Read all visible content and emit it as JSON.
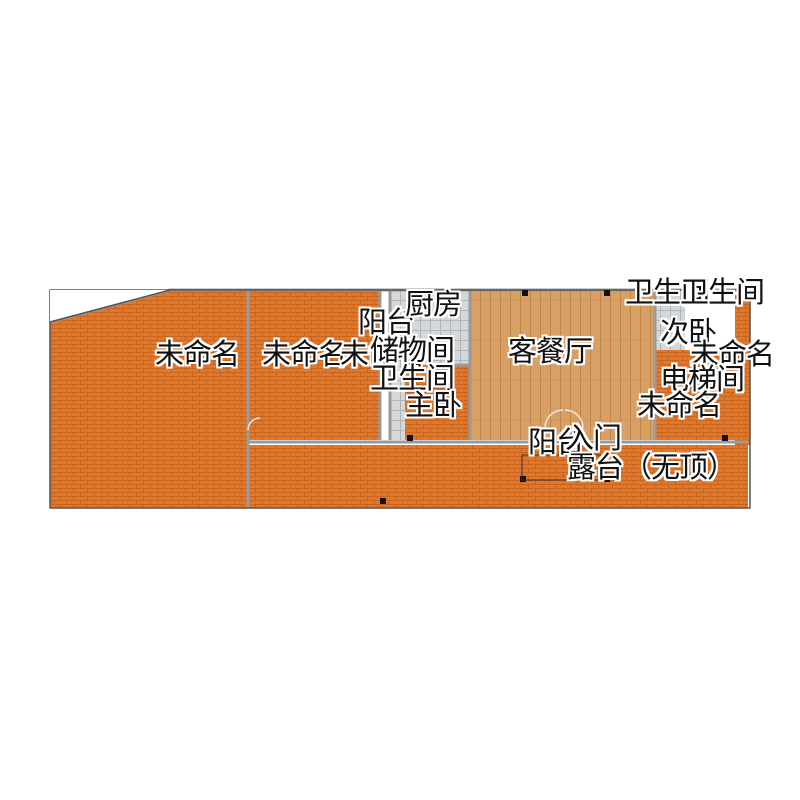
{
  "floor_plan": {
    "colors": {
      "floor": "#e0782a",
      "wood": "#d9a066",
      "tile": "#cfd3d6",
      "wall": "#9a9a9a",
      "outline": "#555555",
      "label": "#111111"
    },
    "rooms": [
      {
        "name": "未命名",
        "key": "unnamed-west"
      },
      {
        "name": "未命名",
        "key": "unnamed-middle"
      },
      {
        "name": "未命名",
        "key": "unnamed-middle-2"
      },
      {
        "name": "储物间",
        "key": "storage"
      },
      {
        "name": "阳台",
        "key": "balcony-north"
      },
      {
        "name": "厨房",
        "key": "kitchen"
      },
      {
        "name": "卫生间",
        "key": "bathroom-west"
      },
      {
        "name": "主卧",
        "key": "master-bedroom"
      },
      {
        "name": "客餐厅",
        "key": "living-dining"
      },
      {
        "name": "阳台",
        "key": "balcony-south"
      },
      {
        "name": "入门",
        "key": "entrance"
      },
      {
        "name": "露台（无顶）",
        "key": "terrace"
      },
      {
        "name": "卫生间",
        "key": "bathroom-east"
      },
      {
        "name": "卫生间",
        "key": "bathroom-east-2"
      },
      {
        "name": "次卧",
        "key": "second-bedroom"
      },
      {
        "name": "未命名",
        "key": "unnamed-east"
      },
      {
        "name": "电梯间",
        "key": "elevator-hall"
      },
      {
        "name": "未命名",
        "key": "unnamed-southeast"
      }
    ]
  }
}
